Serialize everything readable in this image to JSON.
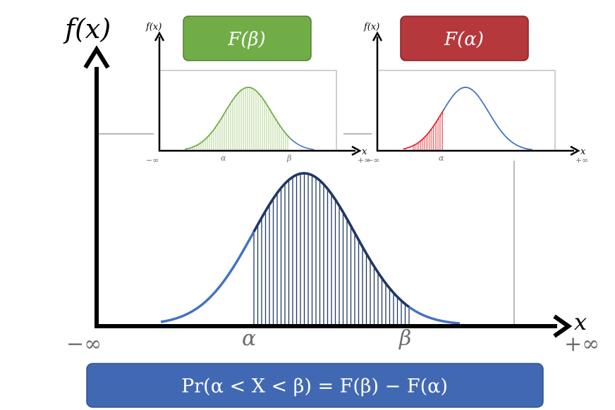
{
  "main": {
    "ylabel": "f(x)",
    "xlabel": "x",
    "left_inf": "−∞",
    "right_inf": "+∞",
    "alpha": "α",
    "beta": "β"
  },
  "inset_beta": {
    "badge": "F(β)",
    "ylabel": "f(x)",
    "xlabel": "x",
    "left_inf": "−∞",
    "right_inf": "+∞",
    "alpha": "α",
    "beta": "β"
  },
  "inset_alpha": {
    "badge": "F(α)",
    "ylabel": "f(x)",
    "xlabel": "x",
    "left_inf": "−∞",
    "right_inf": "+∞",
    "alpha": "α"
  },
  "formula": {
    "text": "Pr(α < X < β) = F(β) − F(α)"
  },
  "colors": {
    "main_curve": "#4472c4",
    "main_curve_dark": "#1f3864",
    "main_hatch": "#1f3864",
    "beta_curve": "#70ad47",
    "beta_hatch": "#9bc56e",
    "beta_badge": "#70ad47",
    "beta_badge_border": "#507e32",
    "alpha_curve": "#4472c4",
    "alpha_hatch": "#e0282e",
    "alpha_badge": "#b5383c",
    "alpha_badge_border": "#8c1e22",
    "formula_box": "#4169b3",
    "formula_border": "#2f528f",
    "axis": "#000000",
    "label_gray": "#6d6d6d",
    "frame_gray": "#8c8c8c"
  }
}
